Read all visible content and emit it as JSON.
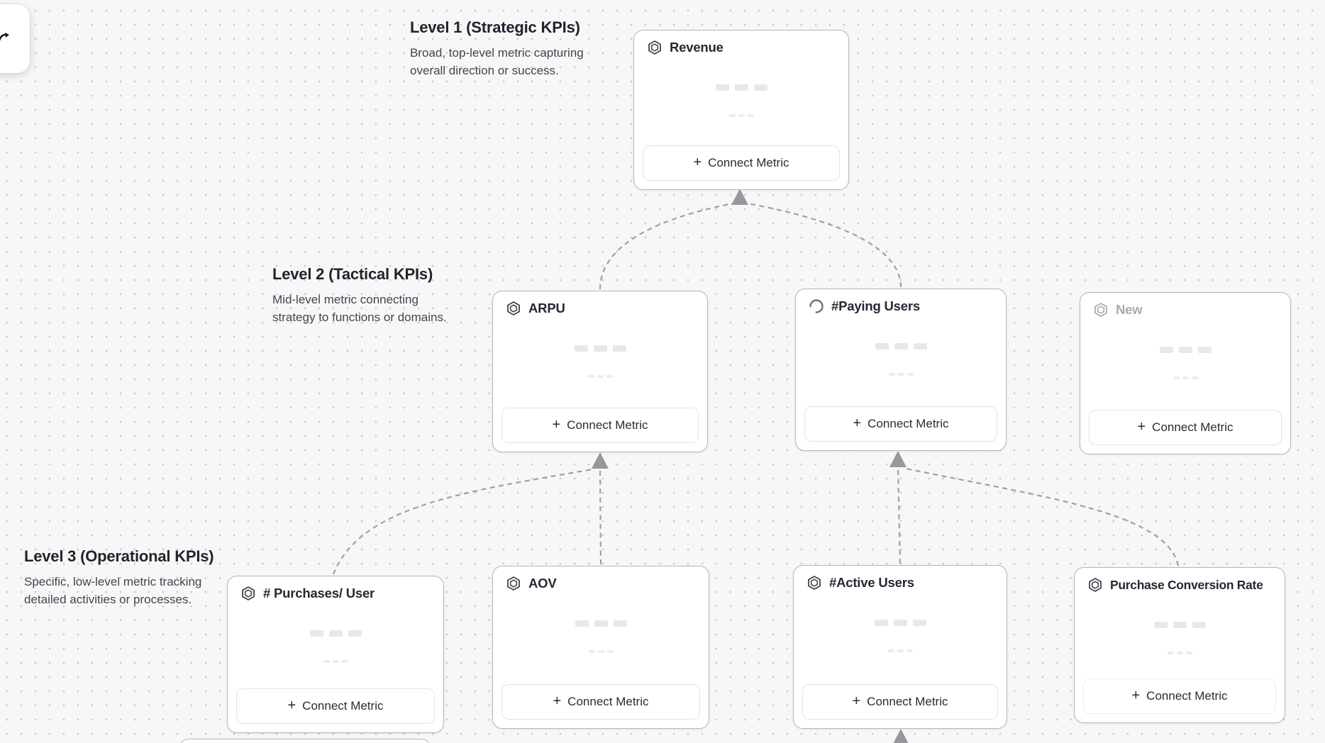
{
  "levels": {
    "level1": {
      "title": "Level 1 (Strategic KPIs)",
      "description": "Broad, top-level metric capturing overall direction or success."
    },
    "level2": {
      "title": "Level 2 (Tactical KPIs)",
      "description": "Mid-level metric connecting strategy to functions or domains."
    },
    "level3": {
      "title": "Level 3 (Operational KPIs)",
      "description": "Specific, low-level metric tracking detailed activities or processes."
    }
  },
  "nodes": {
    "revenue": {
      "label": "Revenue",
      "icon": "hexagon-token-icon",
      "level": 1
    },
    "arpu": {
      "label": "ARPU",
      "icon": "hexagon-token-icon",
      "level": 2
    },
    "paying_users": {
      "label": "#Paying Users",
      "icon": "spinner-icon",
      "level": 2,
      "state": "loading"
    },
    "new": {
      "label": "New",
      "icon": "hexagon-token-icon",
      "level": 2,
      "state": "placeholder"
    },
    "purchases_per_user": {
      "label": "# Purchases/ User",
      "icon": "hexagon-token-icon",
      "level": 3
    },
    "aov": {
      "label": "AOV",
      "icon": "hexagon-token-icon",
      "level": 3
    },
    "active_users": {
      "label": "#Active Users",
      "icon": "hexagon-token-icon",
      "level": 3
    },
    "purchase_conversion_rate": {
      "label": "Purchase Conversion Rate",
      "icon": "hexagon-token-icon",
      "level": 3
    }
  },
  "edges": [
    {
      "from": "ARPU",
      "to": "Revenue"
    },
    {
      "from": "#Paying Users",
      "to": "Revenue"
    },
    {
      "from": "# Purchases/ User",
      "to": "ARPU"
    },
    {
      "from": "AOV",
      "to": "ARPU"
    },
    {
      "from": "#Active Users",
      "to": "#Paying Users"
    },
    {
      "from": "Purchase Conversion Rate",
      "to": "#Paying Users"
    },
    {
      "from": "offscreen-below",
      "to": "#Active Users"
    }
  ],
  "connect_button": {
    "plus": "+",
    "label": "Connect Metric"
  },
  "colors": {
    "canvas_bg": "#f7f7f8",
    "grid_dot": "#c9cacd",
    "card_border": "#b4b7be",
    "connector": "#9fa0a6",
    "text_primary": "#20242c",
    "text_muted": "#a7abb2"
  }
}
